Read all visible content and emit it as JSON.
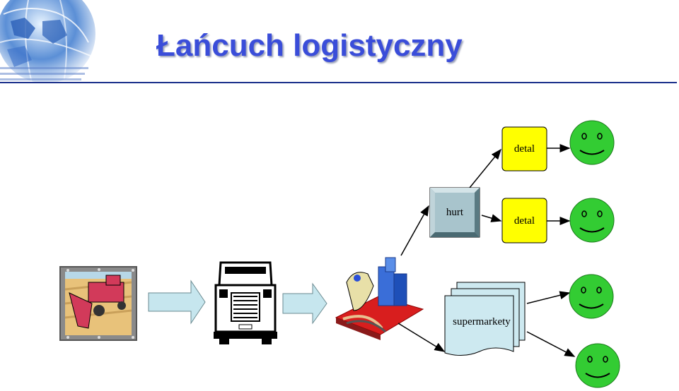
{
  "title": "Łańcuch logistyczny",
  "nodes": {
    "wholesale": "hurt",
    "retail_top": "detal",
    "retail_mid": "detal",
    "supermarkets": "supermarkety"
  },
  "colors": {
    "title": "#3a4dd9",
    "rule": "#1a2f8a",
    "retail_fill": "#ffff00",
    "customer_fill": "#33cc33",
    "arrow_fill": "#c6e6ee",
    "wholesale_fill": "#a8c4cc",
    "supermarket_fill": "#cde9f0"
  }
}
